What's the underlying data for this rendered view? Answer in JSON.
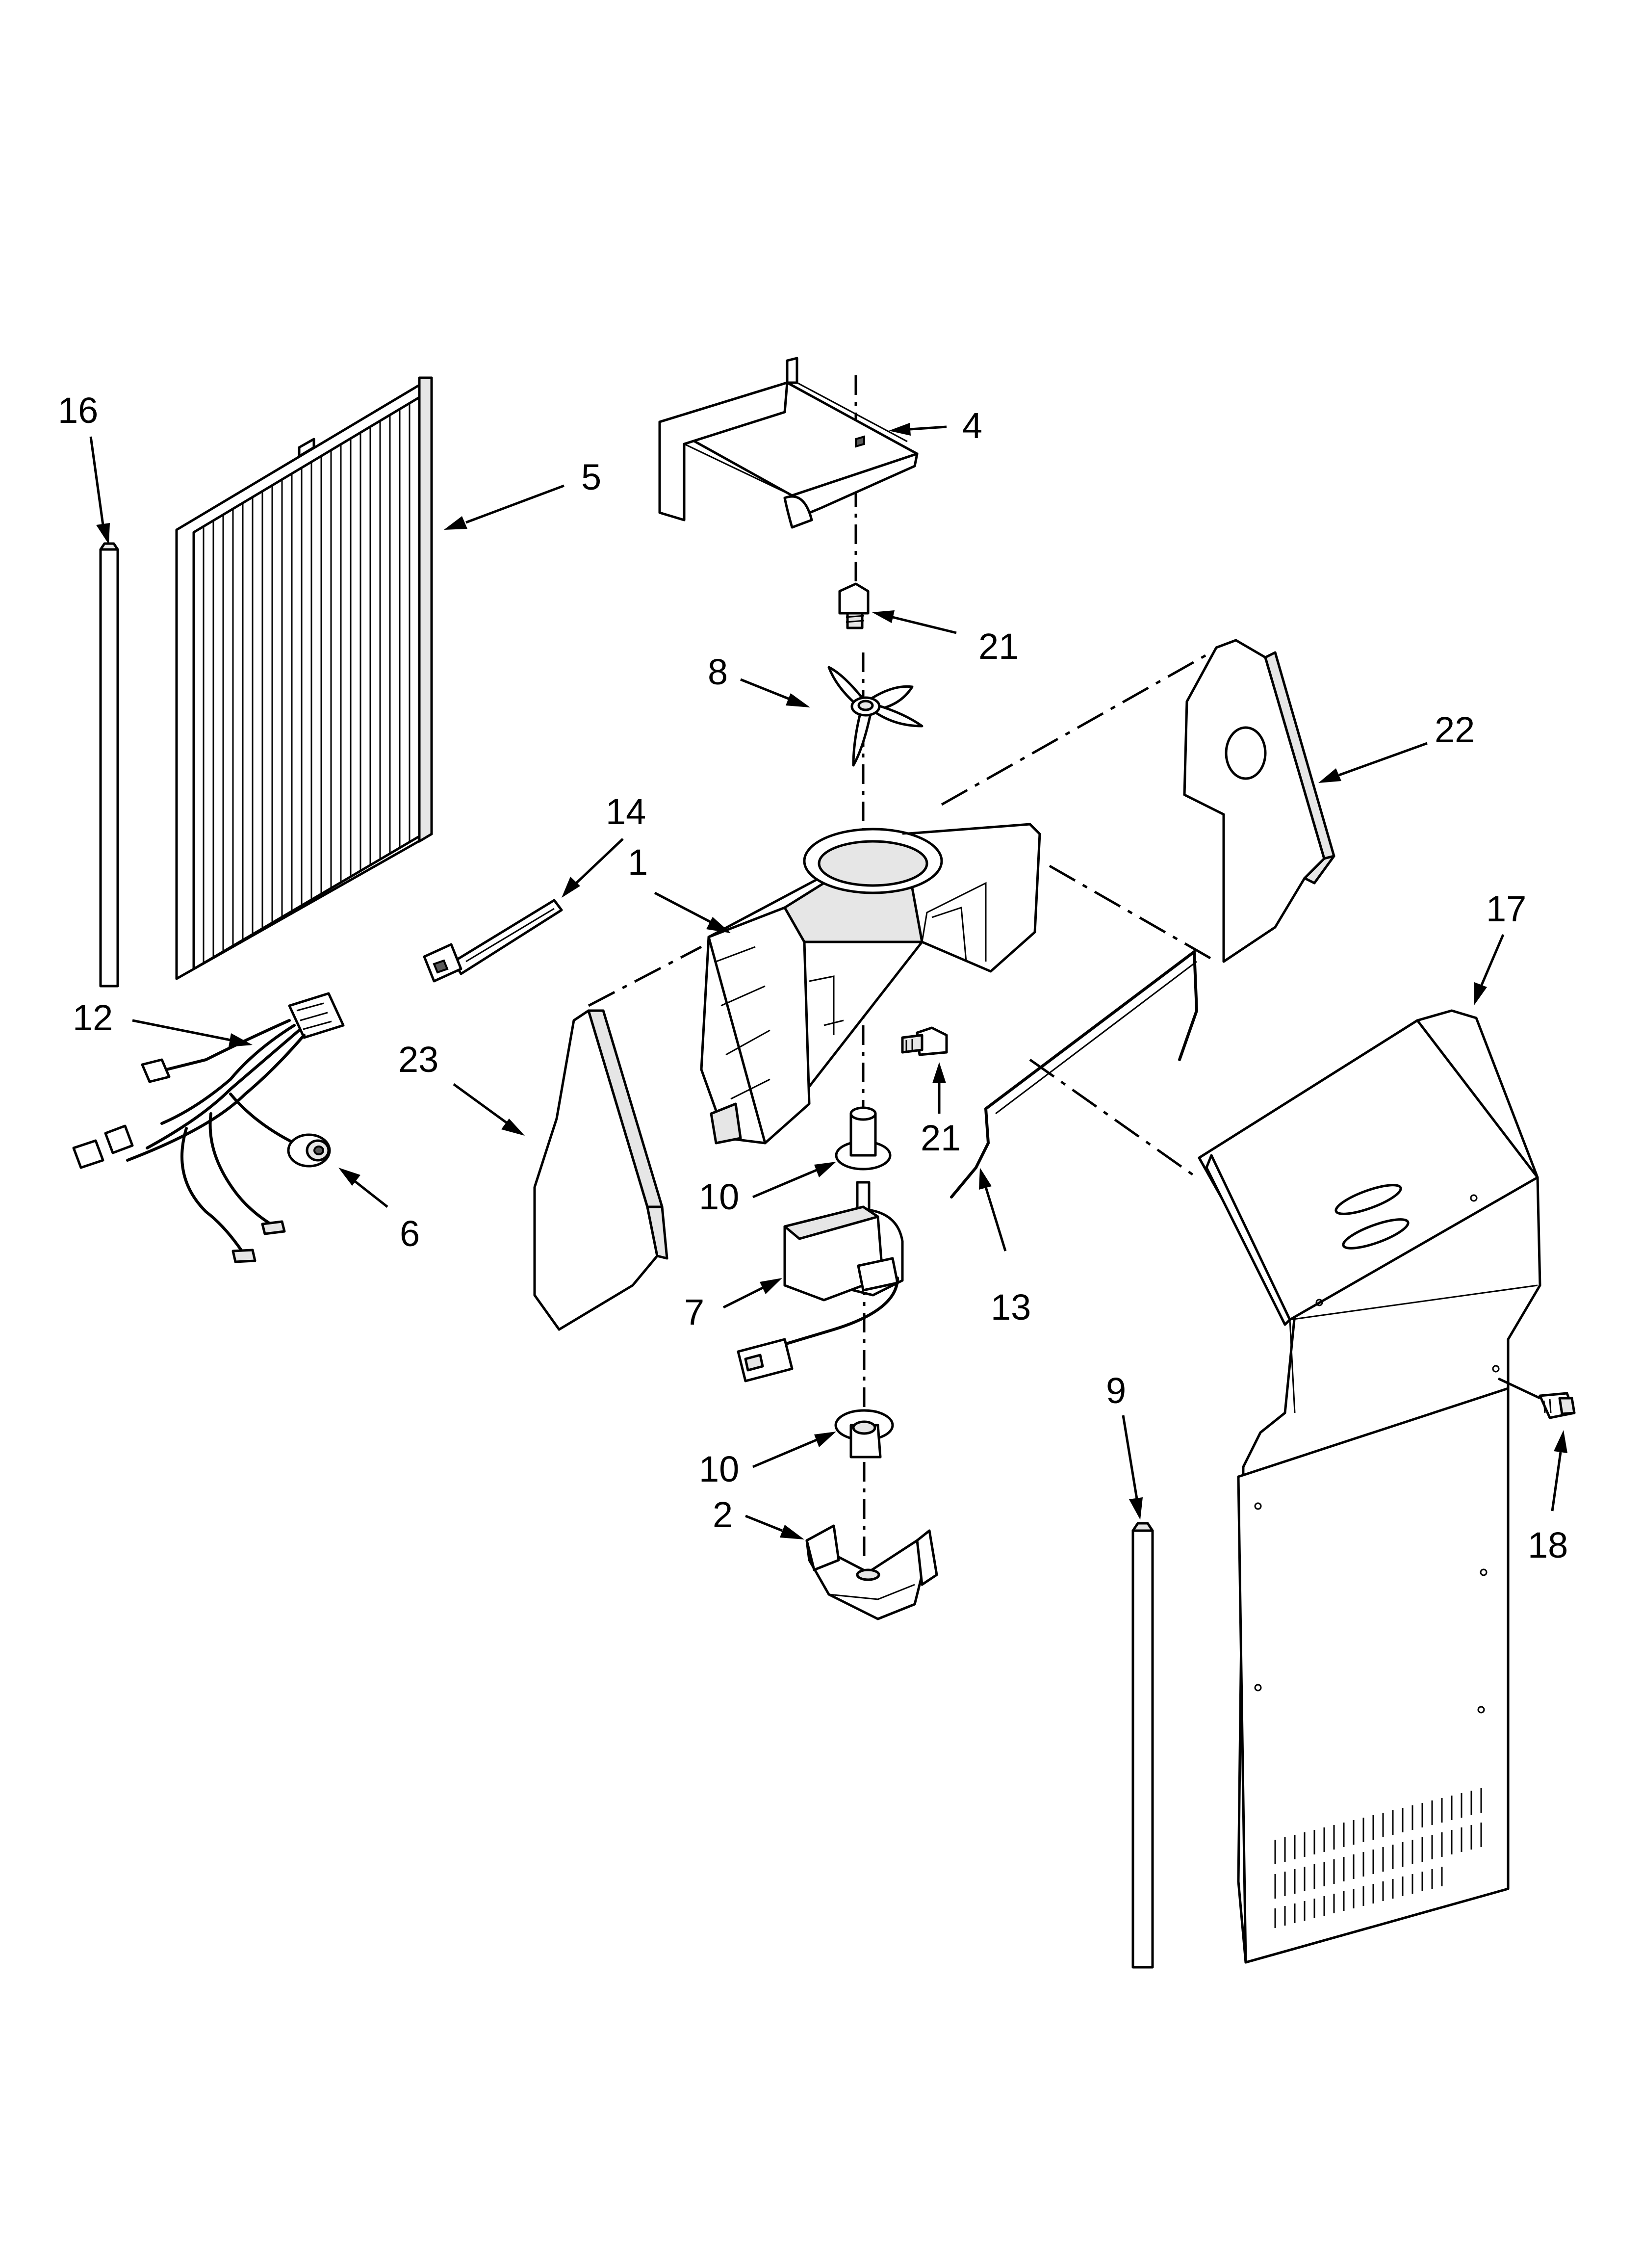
{
  "callouts": {
    "c16": "16",
    "c5": "5",
    "c4": "4",
    "c21a": "21",
    "c8": "8",
    "c22": "22",
    "c14": "14",
    "c1": "1",
    "c17": "17",
    "c12": "12",
    "c23": "23",
    "c21b": "21",
    "c10a": "10",
    "c6": "6",
    "c13": "13",
    "c7": "7",
    "c9": "9",
    "c10b": "10",
    "c2": "2",
    "c18": "18"
  }
}
